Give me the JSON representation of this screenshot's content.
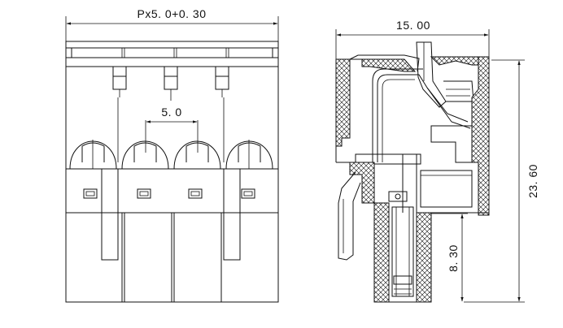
{
  "dimensions": {
    "pitch_label": "Px5. 0+0. 30",
    "spacing_label": "5. 0",
    "depth_label": "15. 00",
    "height_label": "23. 60",
    "pin_height_label": "8. 30"
  },
  "colors": {
    "line": "#111111",
    "background": "#ffffff"
  }
}
